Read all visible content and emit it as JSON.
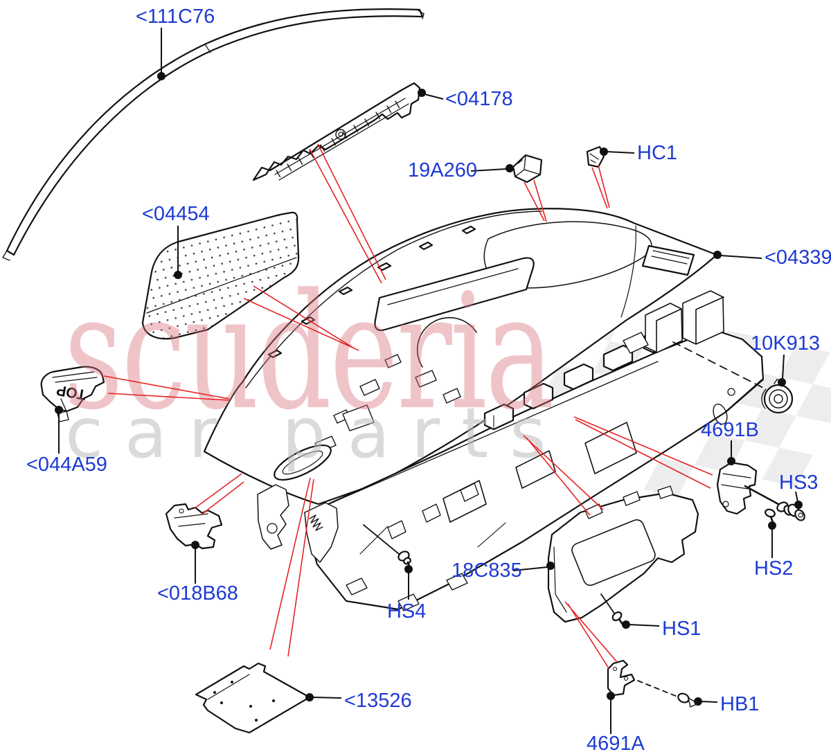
{
  "page": {
    "background": "#ffffff"
  },
  "watermark": {
    "brand": "scuderia",
    "subtitle": "car parts",
    "brand_color": "#d96d78",
    "subtitle_color": "#bdbdbd",
    "checker_color": "#dfe0e4"
  },
  "colors": {
    "label_blue": "#1d3ad4",
    "leader_red": "#e62222",
    "line_black": "#111111"
  },
  "bracket_marking": "TOP",
  "labels": {
    "l111c76": "<111C76",
    "l04178": "<04178",
    "l19a260": "19A260",
    "lhc1": "HC1",
    "l04454": "<04454",
    "l04339": "<04339",
    "l10k913": "10K913",
    "l4691b": "4691B",
    "lhs3": "HS3",
    "lhs2": "HS2",
    "l044a59": "<044A59",
    "l018b68": "<018B68",
    "l18c835": "18C835",
    "lhs4": "HS4",
    "lhs1": "HS1",
    "l13526": "<13526",
    "lhb1": "HB1",
    "l4691a": "4691A"
  }
}
